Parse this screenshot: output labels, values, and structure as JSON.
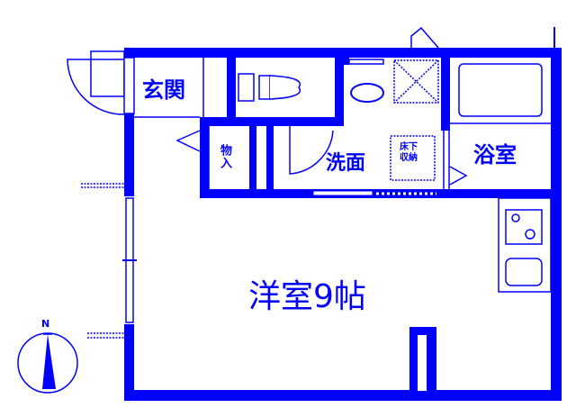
{
  "floor_plan": {
    "line_color": "#0000ff",
    "background": "#ffffff",
    "rooms": {
      "entrance": "玄関",
      "storage": "物入",
      "washroom": "洗面",
      "underfloor_storage": "床下収納",
      "bathroom": "浴室",
      "western_room": "洋室9帖"
    },
    "compass": {
      "label": "N"
    }
  }
}
